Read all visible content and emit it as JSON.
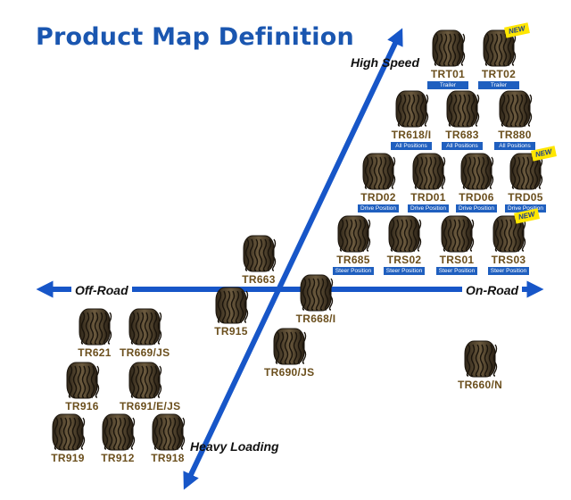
{
  "title": "Product Map Definition",
  "axes": {
    "high_speed": "High Speed",
    "heavy_loading": "Heavy Loading",
    "off_road": "Off-Road",
    "on_road": "On-Road"
  },
  "colors": {
    "title": "#1a56b0",
    "axis": "#1756c8",
    "badge": "#1f5fbf",
    "new_badge": "#ffe600",
    "code_text": "#6b4f1d"
  },
  "new_label": "NEW",
  "tires": [
    {
      "code": "TRT01",
      "position": "Trailer",
      "new": false
    },
    {
      "code": "TRT02",
      "position": "Trailer",
      "new": true
    },
    {
      "code": "TR618/I",
      "position": "All Positions",
      "new": false
    },
    {
      "code": "TR683",
      "position": "All Positions",
      "new": false
    },
    {
      "code": "TR880",
      "position": "All Positions",
      "new": false
    },
    {
      "code": "TRD02",
      "position": "Drive Position",
      "new": false
    },
    {
      "code": "TRD01",
      "position": "Drive Position",
      "new": false
    },
    {
      "code": "TRD06",
      "position": "Drive Position",
      "new": false
    },
    {
      "code": "TRD05",
      "position": "Drive Position",
      "new": true
    },
    {
      "code": "TR685",
      "position": "Steer Position",
      "new": false
    },
    {
      "code": "TRS02",
      "position": "Steer Position",
      "new": false
    },
    {
      "code": "TRS01",
      "position": "Steer Position",
      "new": false
    },
    {
      "code": "TRS03",
      "position": "Steer Position",
      "new": true
    },
    {
      "code": "TR663",
      "position": "",
      "new": false
    },
    {
      "code": "TR915",
      "position": "",
      "new": false
    },
    {
      "code": "TR668/I",
      "position": "",
      "new": false
    },
    {
      "code": "TR690/JS",
      "position": "",
      "new": false
    },
    {
      "code": "TR660/N",
      "position": "",
      "new": false
    },
    {
      "code": "TR621",
      "position": "",
      "new": false
    },
    {
      "code": "TR669/JS",
      "position": "",
      "new": false
    },
    {
      "code": "TR916",
      "position": "",
      "new": false
    },
    {
      "code": "TR691/E/JS",
      "position": "",
      "new": false
    },
    {
      "code": "TR919",
      "position": "",
      "new": false
    },
    {
      "code": "TR912",
      "position": "",
      "new": false
    },
    {
      "code": "TR918",
      "position": "",
      "new": false
    }
  ]
}
